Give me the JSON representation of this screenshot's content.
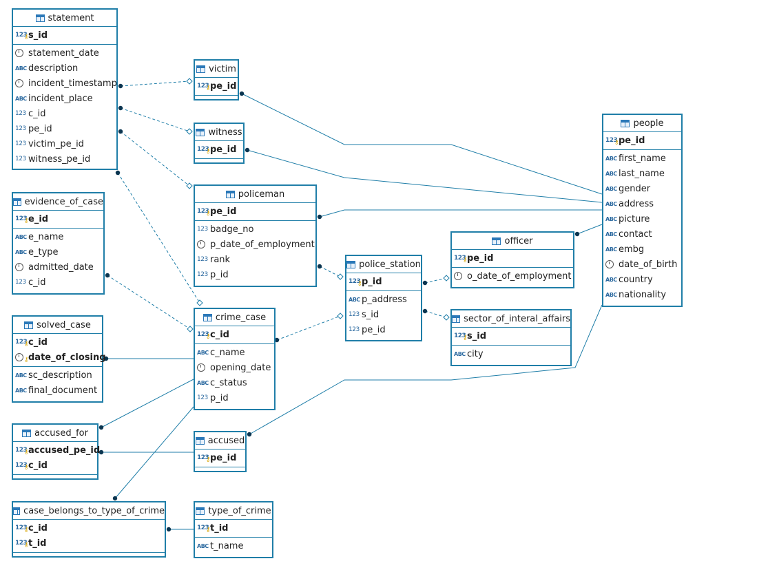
{
  "tables": {
    "statement": {
      "name": "statement",
      "pk": [
        {
          "name": "s_id",
          "type": "123",
          "key": true
        }
      ],
      "cols": [
        {
          "name": "statement_date",
          "type": "date"
        },
        {
          "name": "description",
          "type": "abc"
        },
        {
          "name": "incident_timestamp",
          "type": "date"
        },
        {
          "name": "incident_place",
          "type": "abc"
        },
        {
          "name": "c_id",
          "type": "123"
        },
        {
          "name": "pe_id",
          "type": "123"
        },
        {
          "name": "victim_pe_id",
          "type": "123"
        },
        {
          "name": "witness_pe_id",
          "type": "123"
        }
      ]
    },
    "victim": {
      "name": "victim",
      "pk": [
        {
          "name": "pe_id",
          "type": "123",
          "key": true
        }
      ],
      "cols": []
    },
    "witness": {
      "name": "witness",
      "pk": [
        {
          "name": "pe_id",
          "type": "123",
          "key": true
        }
      ],
      "cols": []
    },
    "policeman": {
      "name": "policeman",
      "pk": [
        {
          "name": "pe_id",
          "type": "123",
          "key": true
        }
      ],
      "cols": [
        {
          "name": "badge_no",
          "type": "123"
        },
        {
          "name": "p_date_of_employment",
          "type": "date"
        },
        {
          "name": "rank",
          "type": "123"
        },
        {
          "name": "p_id",
          "type": "123"
        }
      ]
    },
    "evidence_of_case": {
      "name": "evidence_of_case",
      "pk": [
        {
          "name": "e_id",
          "type": "123",
          "key": true
        }
      ],
      "cols": [
        {
          "name": "e_name",
          "type": "abc"
        },
        {
          "name": "e_type",
          "type": "abc"
        },
        {
          "name": "admitted_date",
          "type": "date"
        },
        {
          "name": "c_id",
          "type": "123"
        }
      ]
    },
    "solved_case": {
      "name": "solved_case",
      "pk": [
        {
          "name": "c_id",
          "type": "123",
          "key": true
        },
        {
          "name": "date_of_closing",
          "type": "date",
          "key": true
        }
      ],
      "cols": [
        {
          "name": "sc_description",
          "type": "abc"
        },
        {
          "name": "final_document",
          "type": "abc"
        }
      ]
    },
    "crime_case": {
      "name": "crime_case",
      "pk": [
        {
          "name": "c_id",
          "type": "123",
          "key": true
        }
      ],
      "cols": [
        {
          "name": "c_name",
          "type": "abc"
        },
        {
          "name": "opening_date",
          "type": "date"
        },
        {
          "name": "c_status",
          "type": "abc"
        },
        {
          "name": "p_id",
          "type": "123"
        }
      ]
    },
    "police_station": {
      "name": "police_station",
      "pk": [
        {
          "name": "p_id",
          "type": "123",
          "key": true
        }
      ],
      "cols": [
        {
          "name": "p_address",
          "type": "abc"
        },
        {
          "name": "s_id",
          "type": "123"
        },
        {
          "name": "pe_id",
          "type": "123"
        }
      ]
    },
    "officer": {
      "name": "officer",
      "pk": [
        {
          "name": "pe_id",
          "type": "123",
          "key": true
        }
      ],
      "cols": [
        {
          "name": "o_date_of_employment",
          "type": "date"
        }
      ]
    },
    "sector_of_interal_affairs": {
      "name": "sector_of_interal_affairs",
      "pk": [
        {
          "name": "s_id",
          "type": "123",
          "key": true
        }
      ],
      "cols": [
        {
          "name": "city",
          "type": "abc"
        }
      ]
    },
    "people": {
      "name": "people",
      "pk": [
        {
          "name": "pe_id",
          "type": "123",
          "key": true
        }
      ],
      "cols": [
        {
          "name": "first_name",
          "type": "abc"
        },
        {
          "name": "last_name",
          "type": "abc"
        },
        {
          "name": "gender",
          "type": "abc"
        },
        {
          "name": "address",
          "type": "abc"
        },
        {
          "name": "picture",
          "type": "abc"
        },
        {
          "name": "contact",
          "type": "abc"
        },
        {
          "name": "embg",
          "type": "abc"
        },
        {
          "name": "date_of_birth",
          "type": "date"
        },
        {
          "name": "country",
          "type": "abc"
        },
        {
          "name": "nationality",
          "type": "abc"
        }
      ]
    },
    "accused_for": {
      "name": "accused_for",
      "pk": [
        {
          "name": "accused_pe_id",
          "type": "123",
          "key": true
        },
        {
          "name": "c_id",
          "type": "123",
          "key": true
        }
      ],
      "cols": []
    },
    "accused": {
      "name": "accused",
      "pk": [
        {
          "name": "pe_id",
          "type": "123",
          "key": true
        }
      ],
      "cols": []
    },
    "case_belongs_to_type_of_crime": {
      "name": "case_belongs_to_type_of_crime",
      "pk": [
        {
          "name": "c_id",
          "type": "123",
          "key": true
        },
        {
          "name": "t_id",
          "type": "123",
          "key": true
        }
      ],
      "cols": []
    },
    "type_of_crime": {
      "name": "type_of_crime",
      "pk": [
        {
          "name": "t_id",
          "type": "123",
          "key": true
        }
      ],
      "cols": [
        {
          "name": "t_name",
          "type": "abc"
        }
      ]
    }
  },
  "type_labels": {
    "123": "123",
    "abc": "ABC"
  },
  "colors": {
    "border": "#1f7ea8",
    "edge": "#1f7ea8"
  }
}
